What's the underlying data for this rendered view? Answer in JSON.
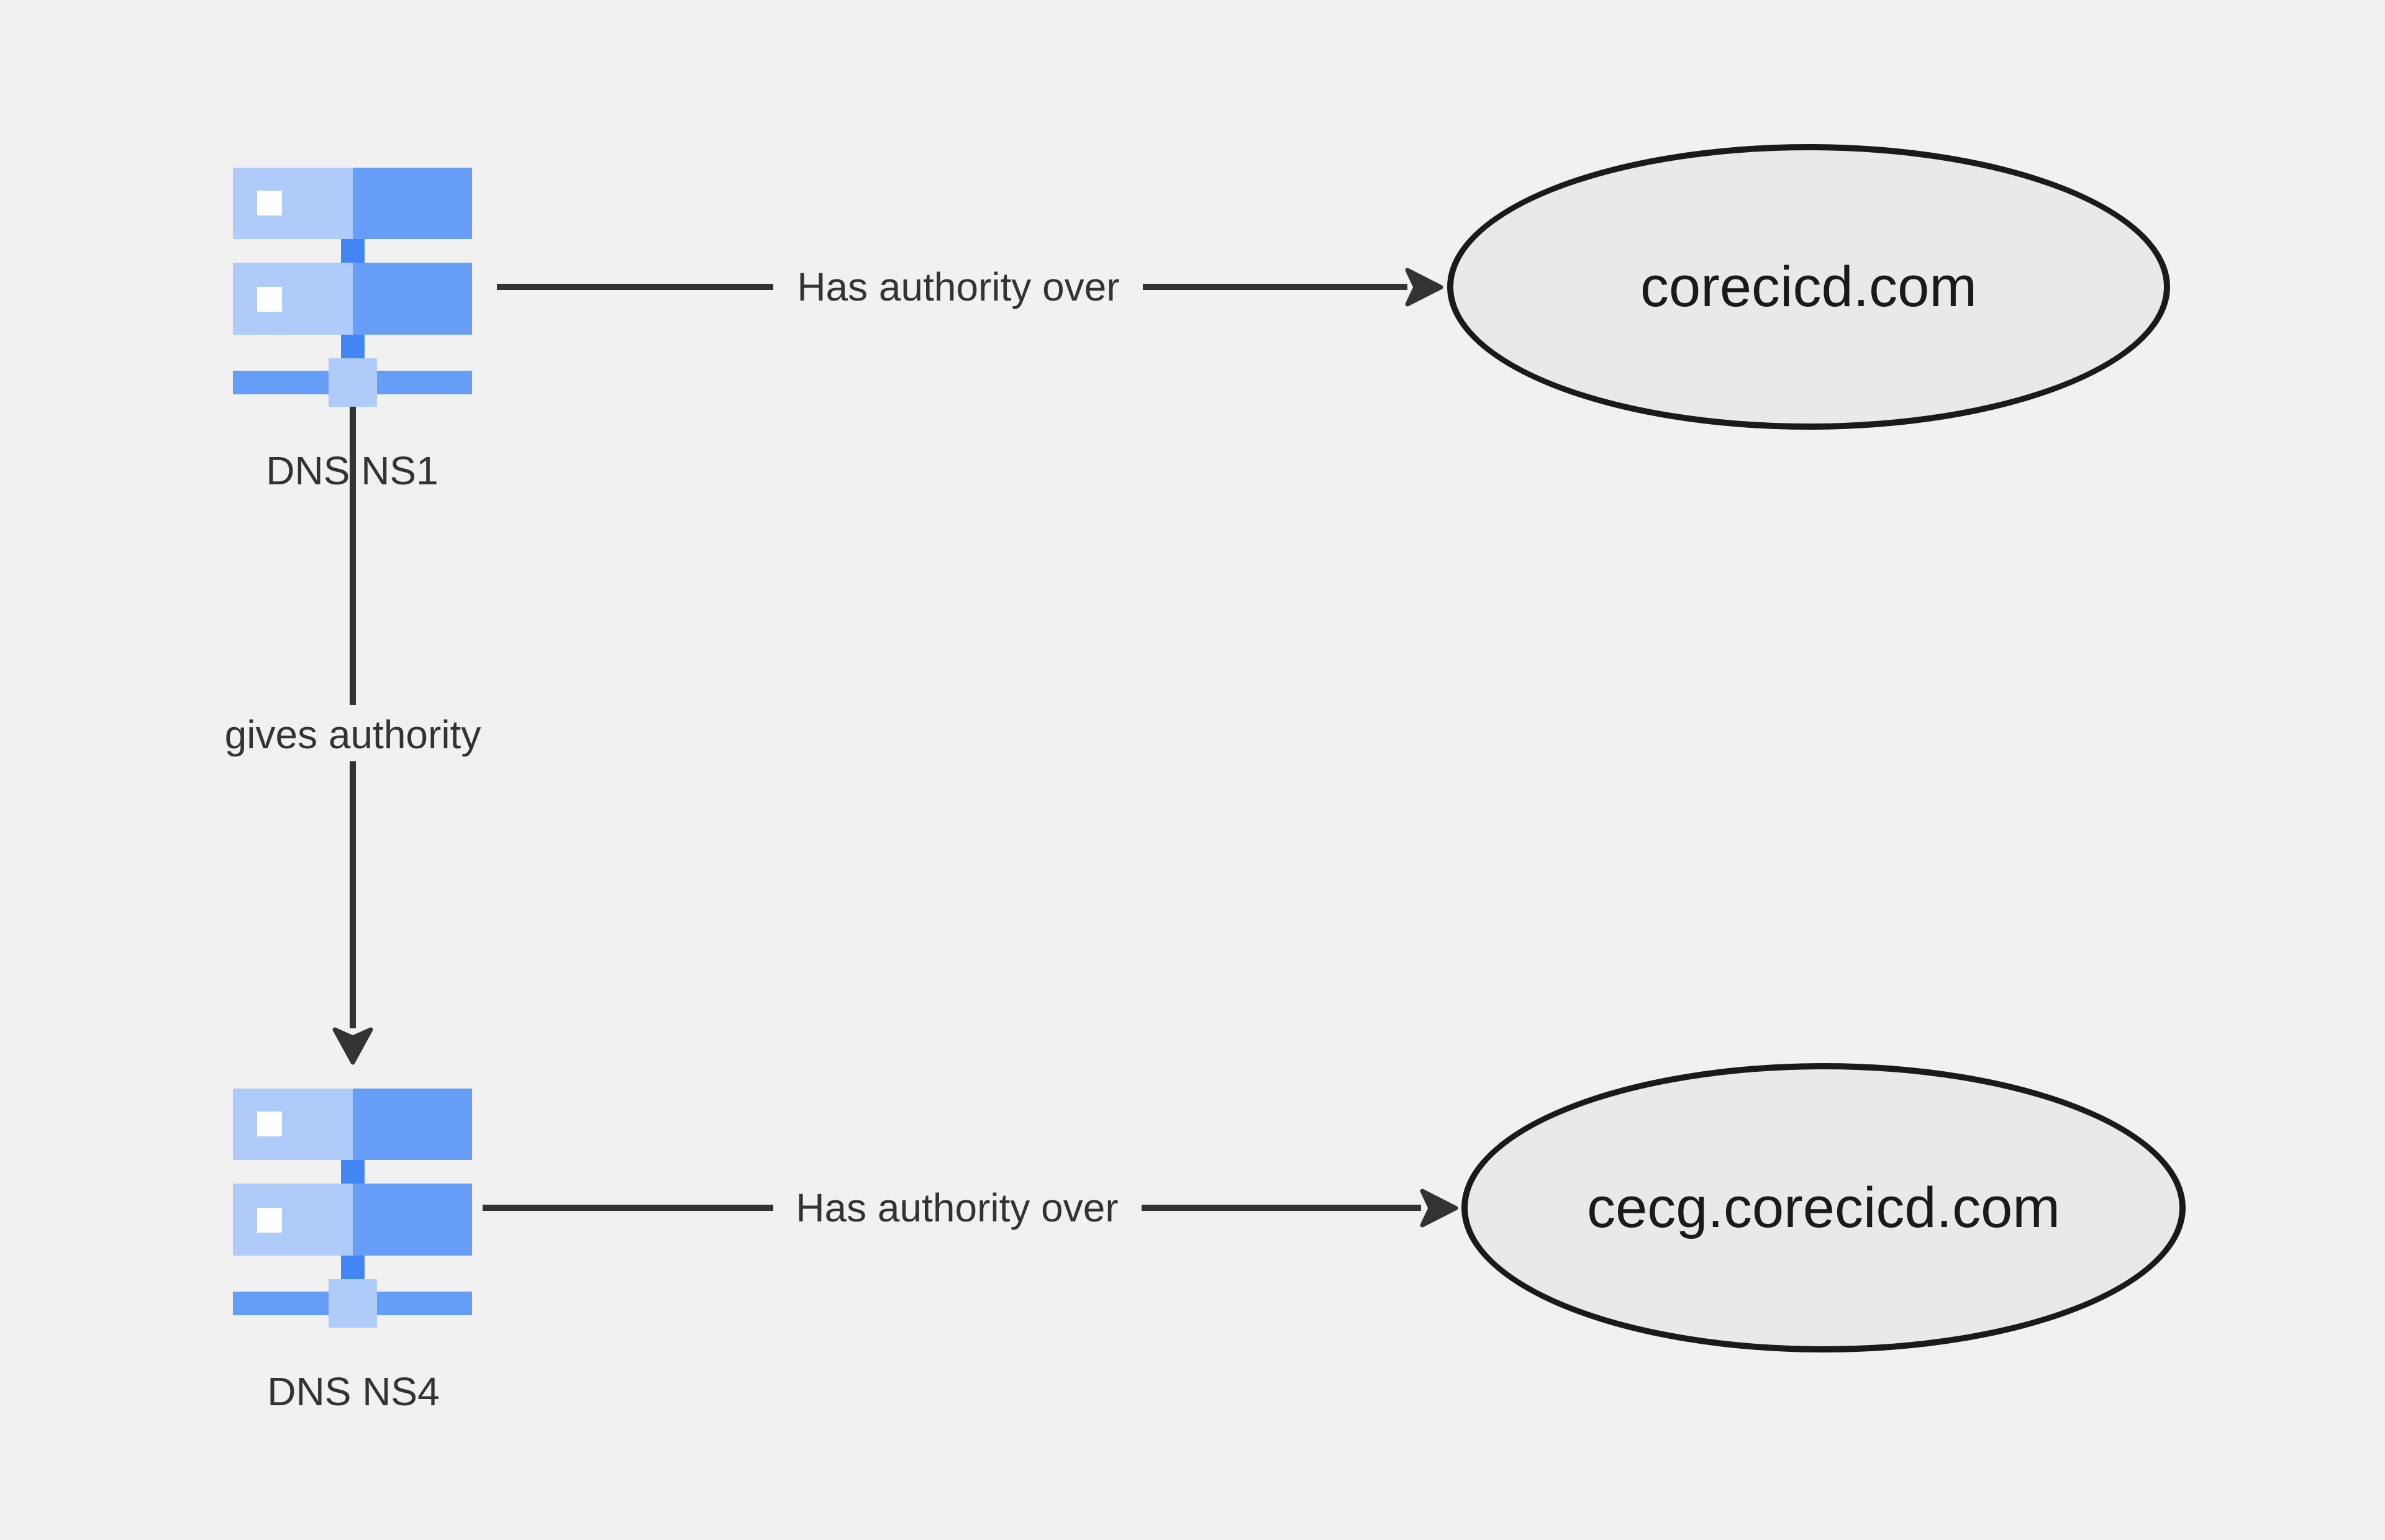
{
  "diagram_type": "dns-authority-flowchart",
  "nodes": {
    "ns1": {
      "label": "DNS NS1",
      "kind": "dns-server-icon"
    },
    "ns4": {
      "label": "DNS NS4",
      "kind": "dns-server-icon"
    },
    "domain1": {
      "label": "corecicd.com",
      "kind": "ellipse"
    },
    "domain2": {
      "label": "cecg.corecicd.com",
      "kind": "ellipse"
    }
  },
  "edges": {
    "ns1_domain1": {
      "label": "Has authority over",
      "from": "ns1",
      "to": "domain1"
    },
    "ns1_ns4": {
      "label": "gives authority",
      "from": "ns1",
      "to": "ns4"
    },
    "ns4_domain2": {
      "label": "Has authority over",
      "from": "ns4",
      "to": "domain2"
    }
  },
  "colors": {
    "bg": "#f1f1f1",
    "edge": "#333333",
    "label": "#333333",
    "icon-light": "#aecbfa",
    "icon-mid": "#669df6",
    "icon-dark": "#4285f4",
    "icon-white": "#ffffff",
    "ellipse-fill": "#e9e9e9",
    "ellipse-stroke": "#1a1a1a",
    "ellipse-text": "#1a1a1a"
  }
}
